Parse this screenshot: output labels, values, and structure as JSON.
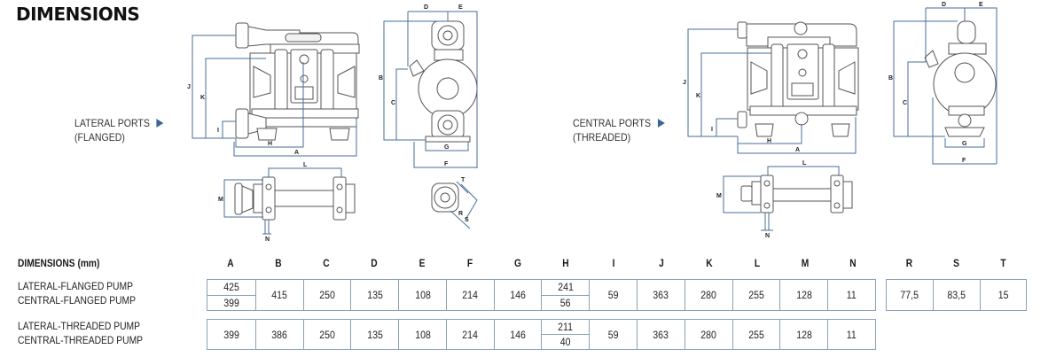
{
  "title": "DIMENSIONS",
  "views": [
    {
      "label_line1": "LATERAL PORTS",
      "label_line2": "(FLANGED)",
      "icon": "arrow-right-icon"
    },
    {
      "label_line1": "CENTRAL PORTS",
      "label_line2": "(THREADED)",
      "icon": "arrow-right-icon"
    }
  ],
  "drawing_labels": {
    "front": [
      "J",
      "K",
      "I",
      "H",
      "A"
    ],
    "side": [
      "D",
      "E",
      "B",
      "C",
      "G",
      "F"
    ],
    "top": [
      "L",
      "M",
      "N"
    ],
    "port": [
      "T",
      "R",
      "S"
    ]
  },
  "table": {
    "heading": "DIMENSIONS (mm)",
    "columns": [
      "A",
      "B",
      "C",
      "D",
      "E",
      "F",
      "G",
      "H",
      "I",
      "J",
      "K",
      "L",
      "M",
      "N"
    ],
    "extra_columns": [
      "R",
      "S",
      "T"
    ],
    "groups": [
      {
        "row_labels": [
          "LATERAL-FLANGED PUMP",
          "CENTRAL-FLANGED PUMP"
        ],
        "values": [
          {
            "split": [
              "425",
              "399"
            ]
          },
          {
            "v": "415"
          },
          {
            "v": "250"
          },
          {
            "v": "135"
          },
          {
            "v": "108"
          },
          {
            "v": "214"
          },
          {
            "v": "146"
          },
          {
            "split": [
              "241",
              "56"
            ]
          },
          {
            "v": "59"
          },
          {
            "v": "363"
          },
          {
            "v": "280"
          },
          {
            "v": "255"
          },
          {
            "v": "128"
          },
          {
            "v": "11"
          }
        ],
        "extra_values": [
          "77,5",
          "83,5",
          "15"
        ]
      },
      {
        "row_labels": [
          "LATERAL-THREADED PUMP",
          "CENTRAL-THREADED PUMP"
        ],
        "values": [
          {
            "v": "399"
          },
          {
            "v": "386"
          },
          {
            "v": "250"
          },
          {
            "v": "135"
          },
          {
            "v": "108"
          },
          {
            "v": "214"
          },
          {
            "v": "146"
          },
          {
            "split": [
              "211",
              "40"
            ]
          },
          {
            "v": "59"
          },
          {
            "v": "363"
          },
          {
            "v": "280"
          },
          {
            "v": "255"
          },
          {
            "v": "128"
          },
          {
            "v": "11"
          }
        ]
      }
    ]
  },
  "colors": {
    "accent": "#3d6496",
    "line": "#4a6e9a",
    "border": "#8ba0b8"
  }
}
